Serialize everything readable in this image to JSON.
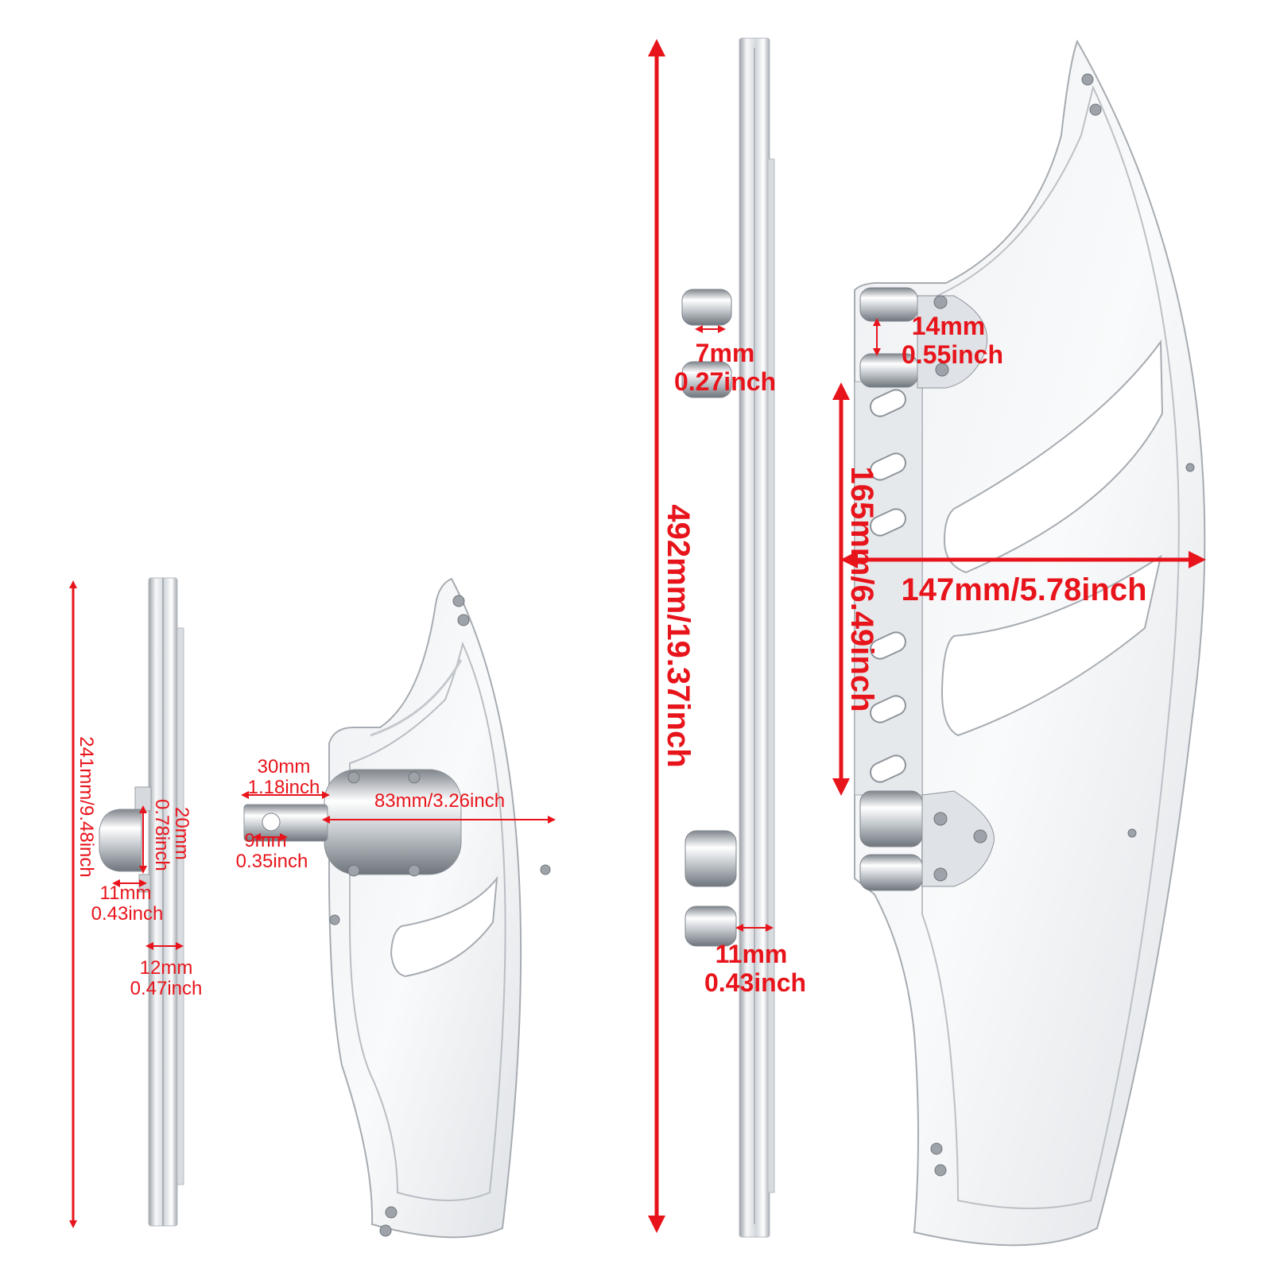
{
  "colors": {
    "dimension_red": "#e8141b",
    "chrome_light": "#f4f6f8",
    "chrome_mid": "#c9cdd2",
    "chrome_dark": "#8e949b"
  },
  "views": [
    {
      "id": "small-side-view",
      "dimensions": {
        "height": "241mm/9.48inch",
        "clamp_gap_mm": "20mm",
        "clamp_gap_in": "0.78inch",
        "clamp_width_mm": "11mm",
        "clamp_width_in": "0.43inch",
        "plate_thickness_mm": "12mm",
        "plate_thickness_in": "0.47inch"
      }
    },
    {
      "id": "small-front-view",
      "dimensions": {
        "mount_length_mm": "30mm",
        "mount_length_in": "1.18inch",
        "hole_mm": "9mm",
        "hole_in": "0.35inch",
        "width": "83mm/3.26inch"
      }
    },
    {
      "id": "large-side-view",
      "dimensions": {
        "height": "492mm/19.37inch",
        "clamp_gap_mm": "7mm",
        "clamp_gap_in": "0.27inch",
        "plate_thickness_mm": "11mm",
        "plate_thickness_in": "0.43inch"
      }
    },
    {
      "id": "large-front-view",
      "dimensions": {
        "clamp_gap_mm": "14mm",
        "clamp_gap_in": "0.55inch",
        "mount_span": "165mm/6.49inch",
        "width": "147mm/5.78inch"
      }
    }
  ]
}
